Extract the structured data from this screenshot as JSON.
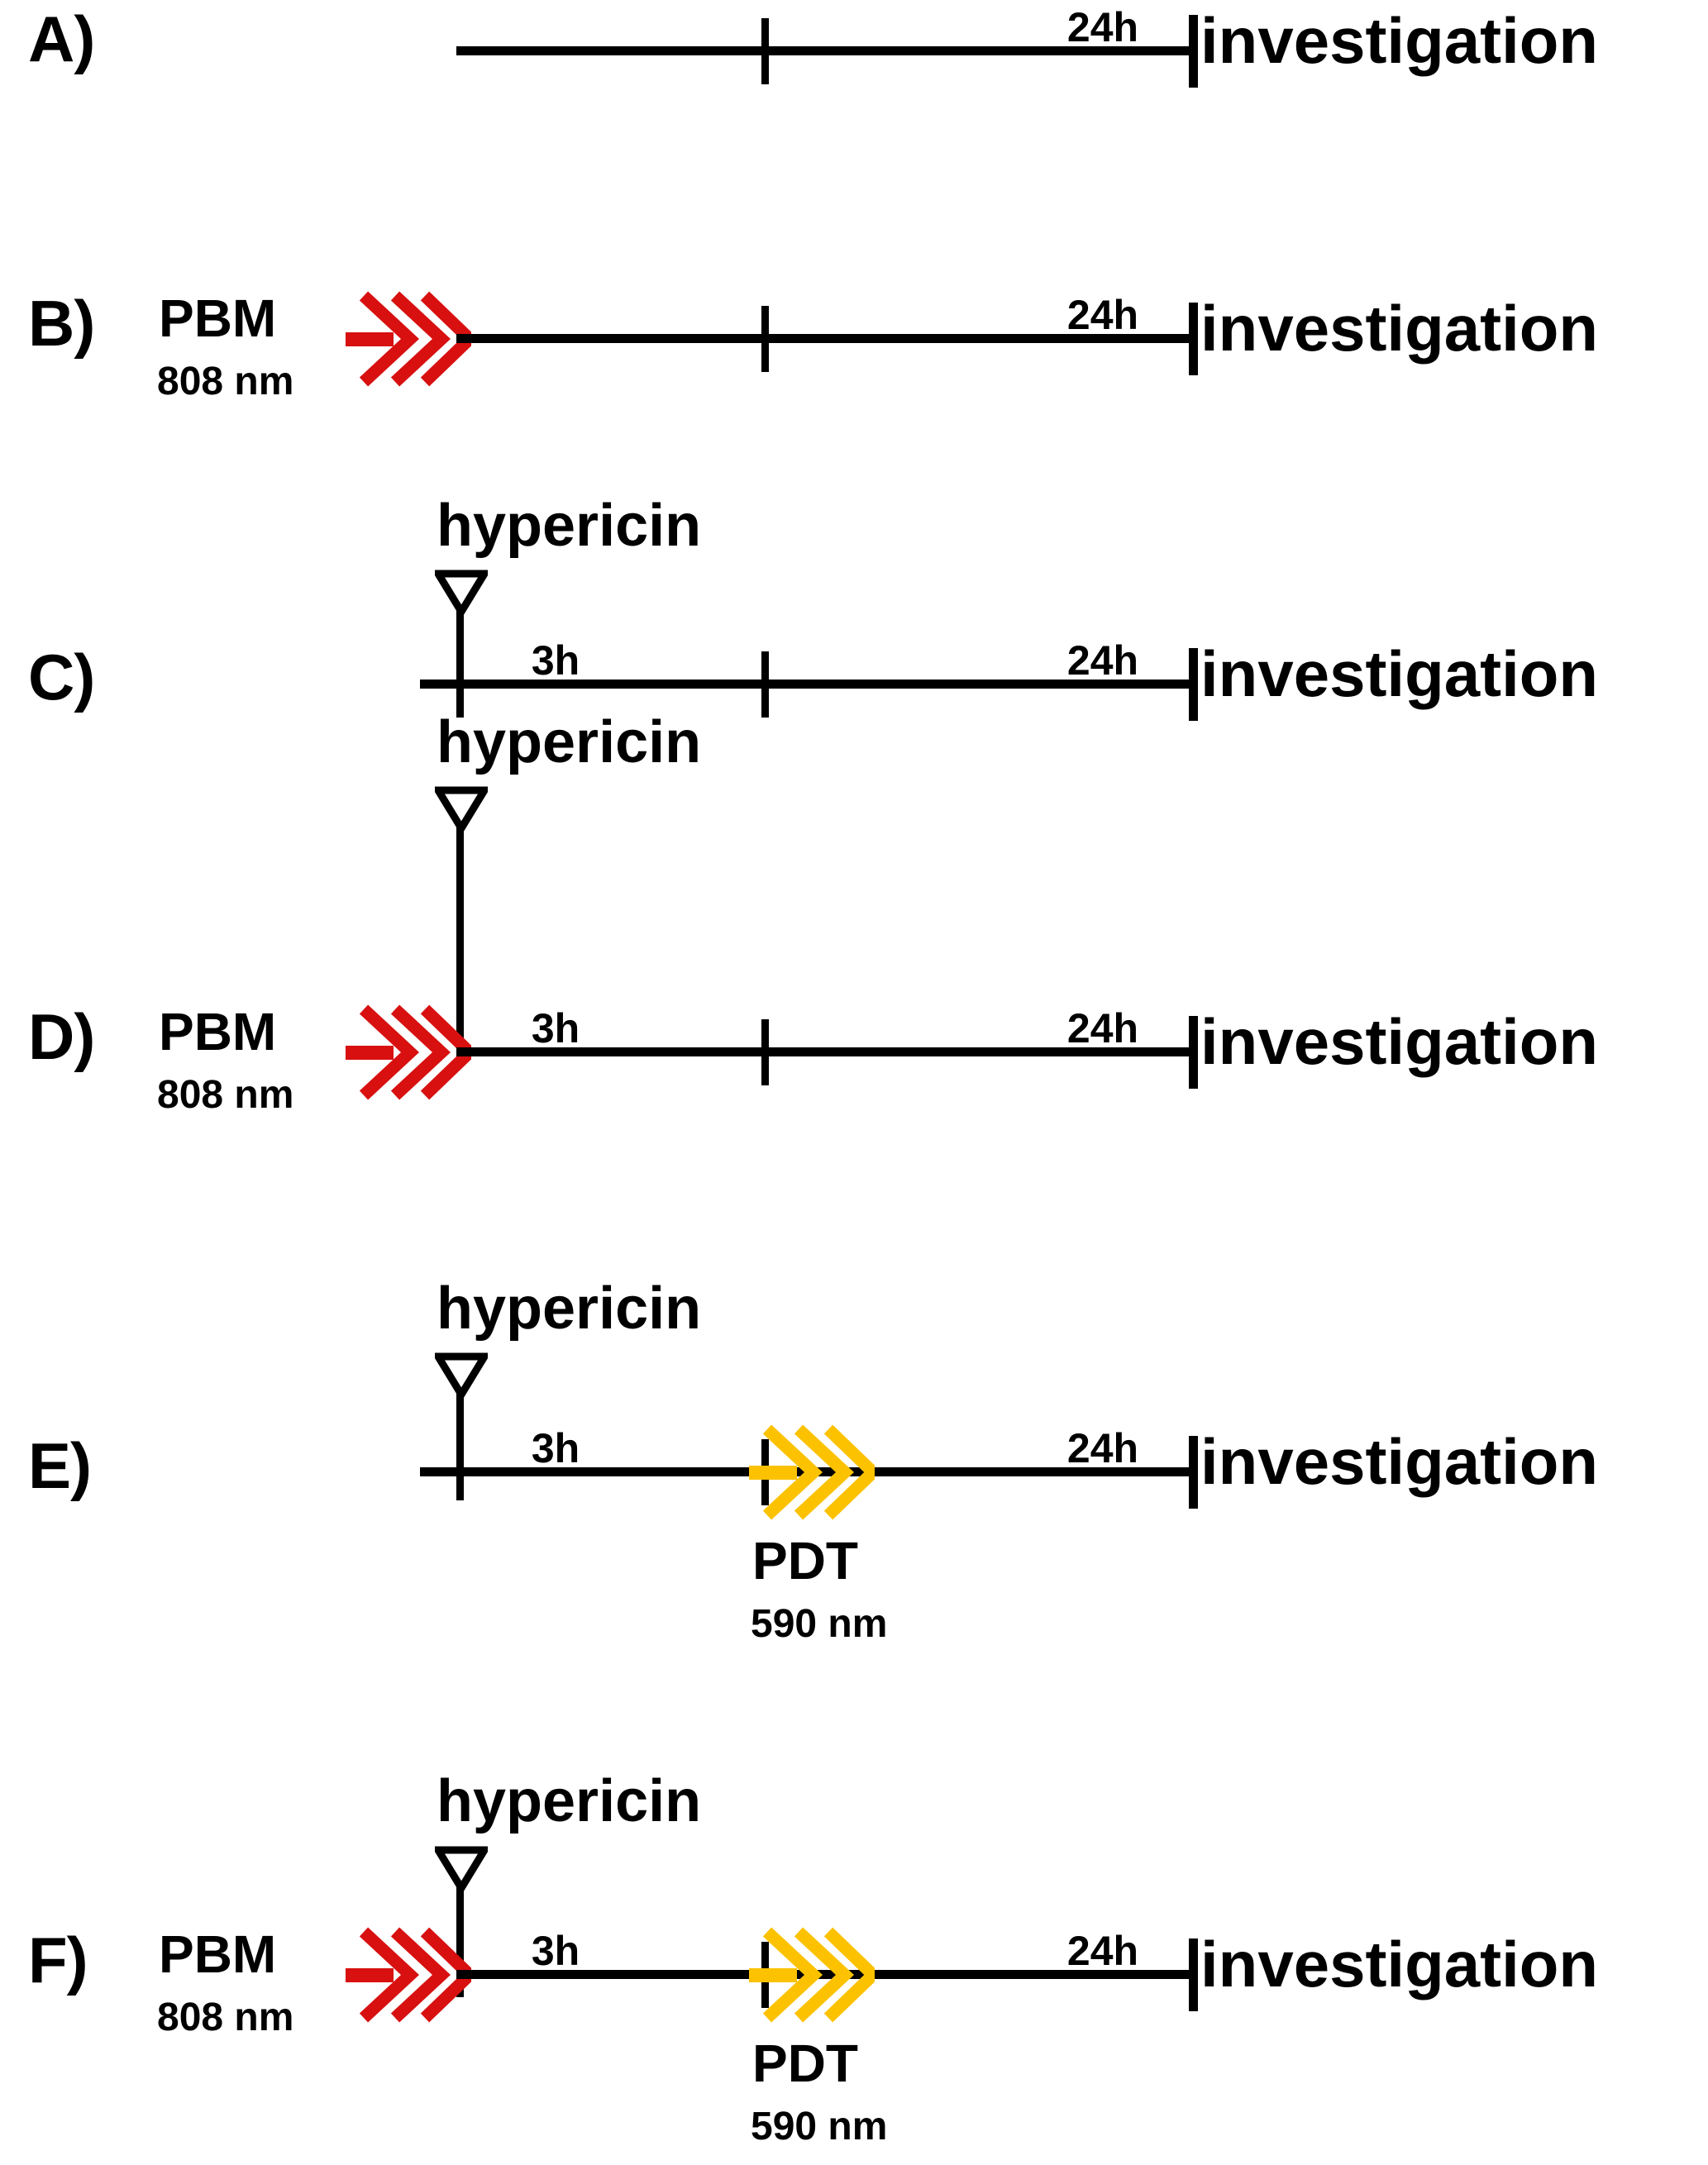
{
  "figure": {
    "type": "experimental-timeline-diagram",
    "colors": {
      "pbm_red": "#D81010",
      "pdt_yellow": "#FCC200",
      "line_black": "#000000",
      "background": "#FFFFFF"
    },
    "common": {
      "investigation_label": "investigation",
      "duration_24h": "24h",
      "duration_3h": "3h",
      "hypericin_label": "hypericin",
      "pbm_title": "PBM",
      "pbm_wavelength": "808 nm",
      "pdt_title": "PDT",
      "pdt_wavelength": "590 nm"
    }
  },
  "panels": [
    {
      "id": "A",
      "letter": "A)",
      "has_pbm": false,
      "has_hypericin": false,
      "has_pdt": false,
      "durations": [
        "24h"
      ],
      "endpoint": "investigation"
    },
    {
      "id": "B",
      "letter": "B)",
      "has_pbm": true,
      "pbm_title": "PBM",
      "pbm_wavelength": "808 nm",
      "has_hypericin": false,
      "has_pdt": false,
      "durations": [
        "24h"
      ],
      "endpoint": "investigation"
    },
    {
      "id": "C",
      "letter": "C)",
      "has_pbm": false,
      "has_hypericin": true,
      "hypericin_label": "hypericin",
      "has_pdt": false,
      "durations": [
        "3h",
        "24h"
      ],
      "endpoint": "investigation"
    },
    {
      "id": "D",
      "letter": "D)",
      "has_pbm": true,
      "pbm_title": "PBM",
      "pbm_wavelength": "808 nm",
      "has_hypericin": true,
      "hypericin_label": "hypericin",
      "has_pdt": false,
      "durations": [
        "3h",
        "24h"
      ],
      "endpoint": "investigation"
    },
    {
      "id": "E",
      "letter": "E)",
      "has_pbm": false,
      "has_hypericin": true,
      "hypericin_label": "hypericin",
      "has_pdt": true,
      "pdt_title": "PDT",
      "pdt_wavelength": "590 nm",
      "durations": [
        "3h",
        "24h"
      ],
      "endpoint": "investigation"
    },
    {
      "id": "F",
      "letter": "F)",
      "has_pbm": true,
      "pbm_title": "PBM",
      "pbm_wavelength": "808 nm",
      "has_hypericin": true,
      "hypericin_label": "hypericin",
      "has_pdt": true,
      "pdt_title": "PDT",
      "pdt_wavelength": "590 nm",
      "durations": [
        "3h",
        "24h"
      ],
      "endpoint": "investigation"
    }
  ]
}
